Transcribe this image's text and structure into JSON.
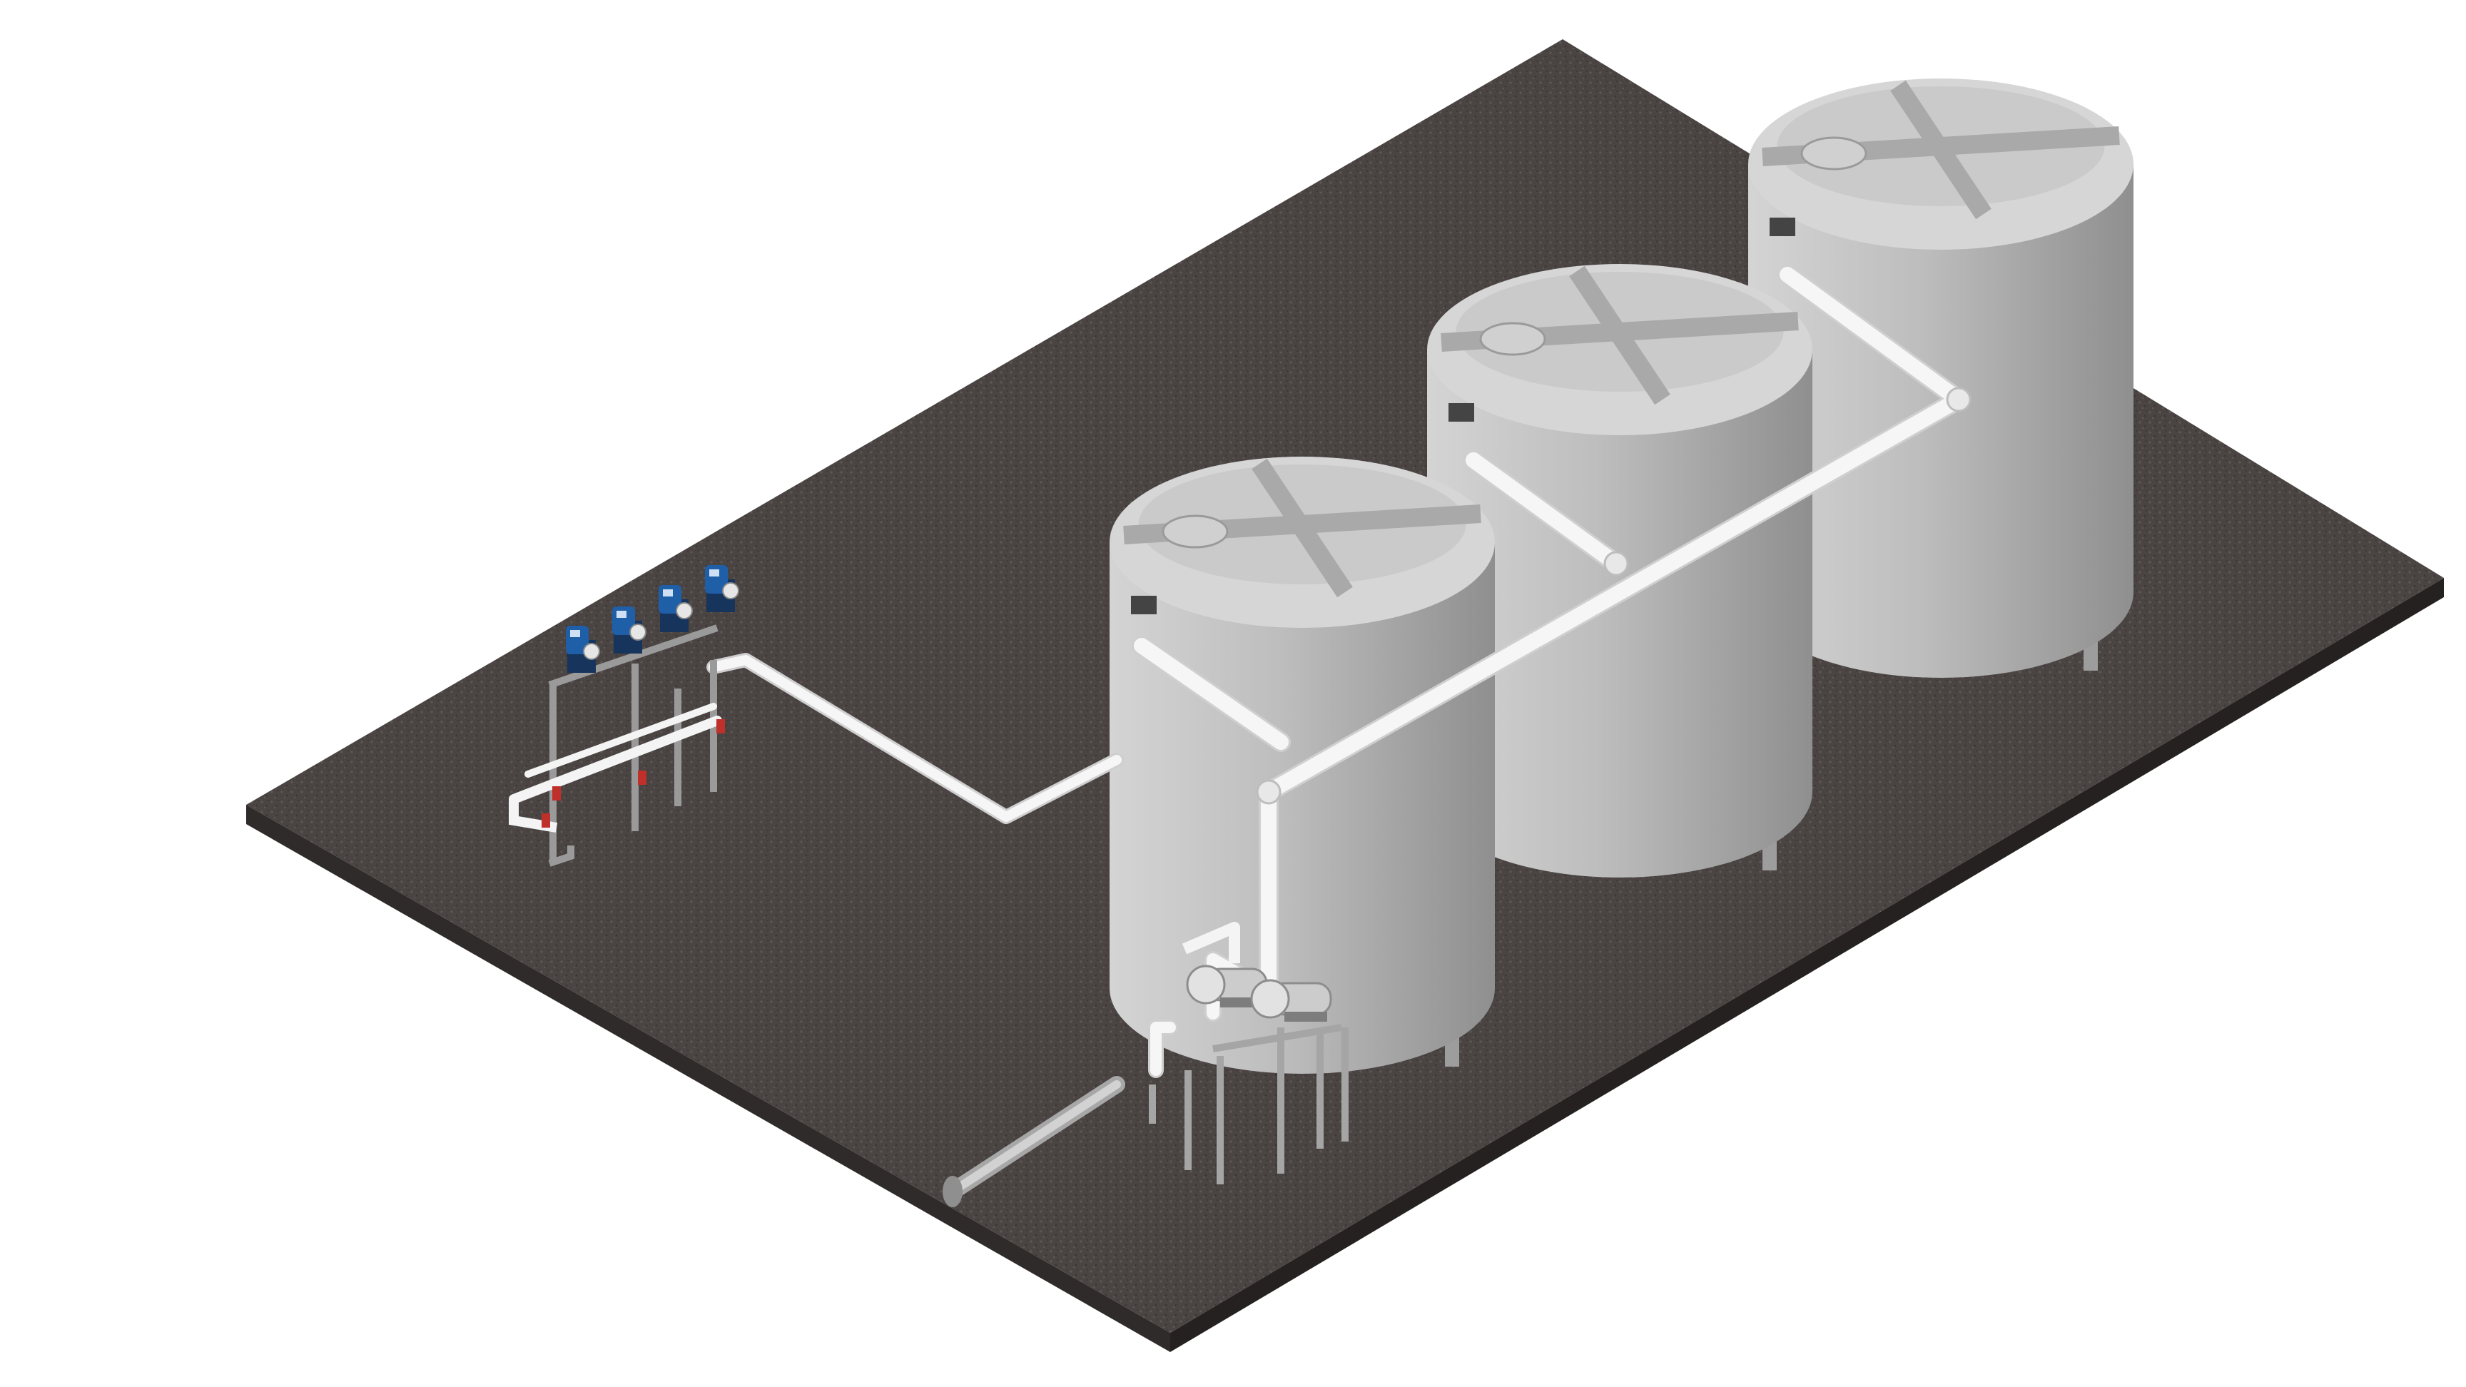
{
  "scene": {
    "background_color": "#ffffff",
    "slab": {
      "top_color": "#4a4443",
      "left_side_color": "#2f2b2a",
      "right_side_color": "#242120"
    },
    "tank": {
      "color": "#b9b9b9",
      "shade_color": "#9d9d9d",
      "light_color": "#d6d6d6",
      "count": 3
    },
    "pipe": {
      "color": "#f6f6f6",
      "shade_color": "#cfcfcf"
    },
    "pump": {
      "color": "#1f5fa8",
      "dark_color": "#16345c"
    },
    "valve_band_color": "#c0302b",
    "frame_color": "#9a9a9a",
    "metering_pumps": 4,
    "transfer_pumps": 2
  }
}
